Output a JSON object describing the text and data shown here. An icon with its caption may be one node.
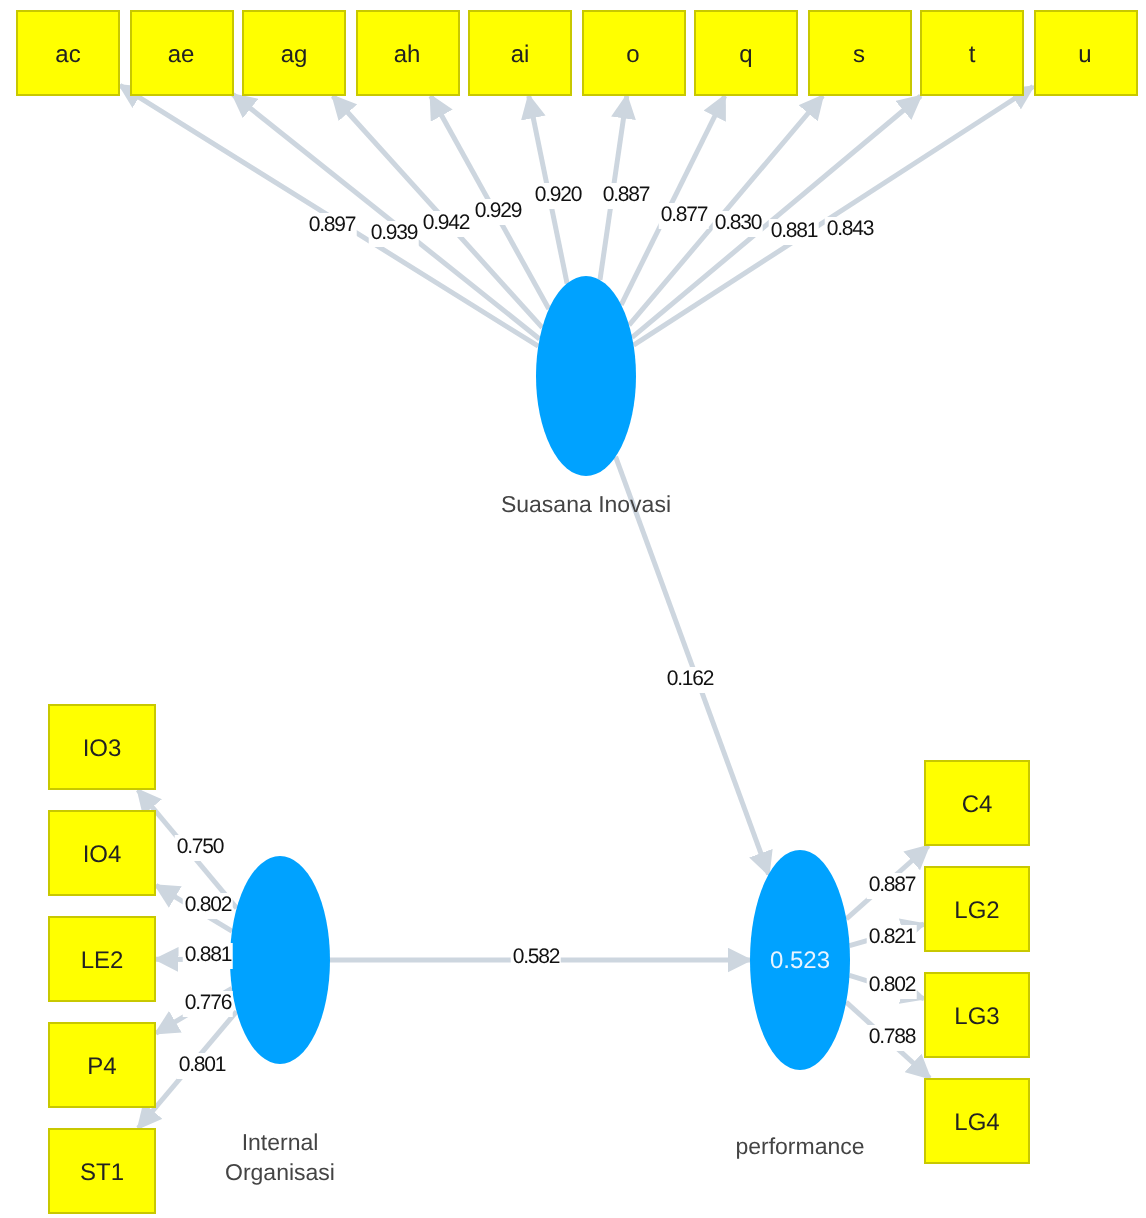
{
  "diagram": {
    "nodes": [
      {
        "text": [
          "ac"
        ]
      },
      {
        "text": [
          "ae"
        ]
      },
      {
        "text": [
          "ag"
        ]
      },
      {
        "text": [
          "ah"
        ]
      },
      {
        "text": [
          "ai"
        ]
      },
      {
        "text": [
          "o"
        ]
      },
      {
        "text": [
          "q"
        ]
      },
      {
        "text": [
          "s"
        ]
      },
      {
        "text": [
          "t"
        ]
      },
      {
        "text": [
          "u"
        ]
      },
      {
        "text": [],
        "shape": "circle",
        "beside": [
          "Suasana Inovasi"
        ]
      },
      {
        "text": [
          "IO3"
        ]
      },
      {
        "text": [
          "IO4"
        ]
      },
      {
        "text": [
          "LE2"
        ]
      },
      {
        "text": [
          "P4"
        ]
      },
      {
        "text": [
          "ST1"
        ]
      },
      {
        "text": [],
        "shape": "circle",
        "beside": [
          "Internal Organisasi"
        ]
      },
      {
        "text": [
          "0.523"
        ],
        "beside": [
          "performance"
        ]
      },
      {
        "text": [
          "C4"
        ]
      },
      {
        "text": [
          "LG2"
        ]
      },
      {
        "text": [
          "LG3"
        ]
      },
      {
        "text": [
          "LG4"
        ]
      }
    ],
    "edges": [
      {
        "from": 10,
        "to": 0,
        "arrow": "to",
        "label": "0.897"
      },
      {
        "from": 10,
        "to": 1,
        "arrow": "to",
        "label": "0.939"
      },
      {
        "from": 10,
        "to": 2,
        "arrow": "to",
        "label": "0.942"
      },
      {
        "from": 10,
        "to": 3,
        "arrow": "to",
        "label": "0.929"
      },
      {
        "from": 10,
        "to": 4,
        "arrow": "to",
        "label": "0.920"
      },
      {
        "from": 10,
        "to": 5,
        "arrow": "to",
        "label": "0.887"
      },
      {
        "from": 10,
        "to": 6,
        "arrow": "to",
        "label": "0.877"
      },
      {
        "from": 10,
        "to": 7,
        "arrow": "to",
        "label": "0.830"
      },
      {
        "from": 10,
        "to": 8,
        "arrow": "to",
        "label": "0.881"
      },
      {
        "from": 10,
        "to": 9,
        "arrow": "to",
        "label": "0.843"
      },
      {
        "from": 16,
        "to": 11,
        "arrow": "to",
        "label": "0.750"
      },
      {
        "from": 16,
        "to": 12,
        "arrow": "to",
        "label": "0.802"
      },
      {
        "from": 16,
        "to": 13,
        "arrow": "to",
        "label": "0.881"
      },
      {
        "from": 16,
        "to": 14,
        "arrow": "to",
        "label": "0.776"
      },
      {
        "from": 16,
        "to": 15,
        "arrow": "to",
        "label": "0.801"
      },
      {
        "from": 10,
        "to": 17,
        "arrow": "to",
        "label": "0.162"
      },
      {
        "from": 16,
        "to": 17,
        "arrow": "to",
        "label": "0.582"
      },
      {
        "from": 17,
        "to": 18,
        "arrow": "to",
        "label": "0.887"
      },
      {
        "from": 17,
        "to": 19,
        "arrow": "to",
        "label": "0.821"
      },
      {
        "from": 17,
        "to": 20,
        "arrow": "to",
        "label": "0.802"
      },
      {
        "from": 17,
        "to": 21,
        "arrow": "to",
        "label": "0.788"
      }
    ]
  }
}
